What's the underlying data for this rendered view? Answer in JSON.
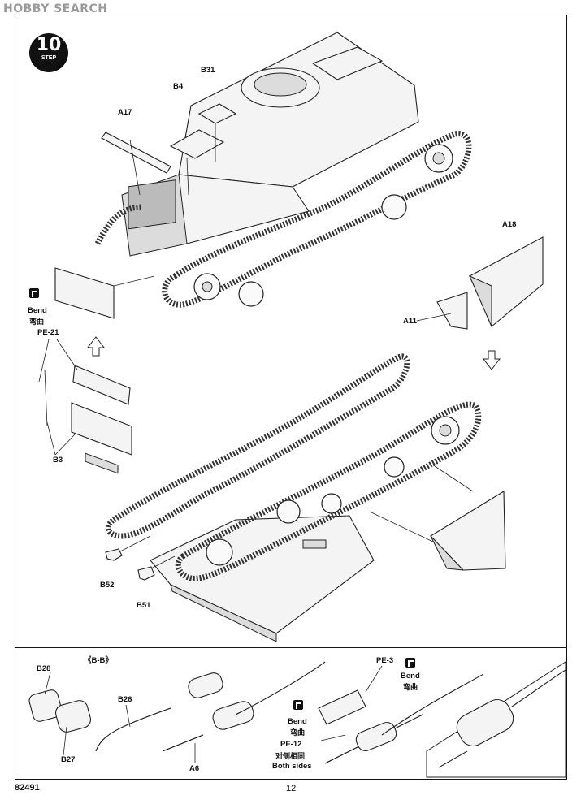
{
  "watermark": "HOBBY SEARCH",
  "step": {
    "number": "10",
    "word": "STEP"
  },
  "upper_labels": {
    "a17": "A17",
    "b4": "B4",
    "b31": "B31",
    "a18": "A18",
    "a11": "A11",
    "bend_en": "Bend",
    "bend_cn": "弯曲",
    "pe21": "PE-21",
    "b3": "B3",
    "b52": "B52",
    "b51": "B51"
  },
  "lower_labels": {
    "section": "《B-B》",
    "b28": "B28",
    "b27": "B27",
    "b26": "B26",
    "a6": "A6",
    "pe3": "PE-3",
    "bend_en_right": "Bend",
    "bend_cn_right": "弯曲",
    "bend_en_mid": "Bend",
    "bend_cn_mid": "弯曲",
    "pe12": "PE-12",
    "both_cn": "对侧相同",
    "both_en": "Both sides"
  },
  "footer": {
    "code": "82491",
    "page": "12"
  }
}
